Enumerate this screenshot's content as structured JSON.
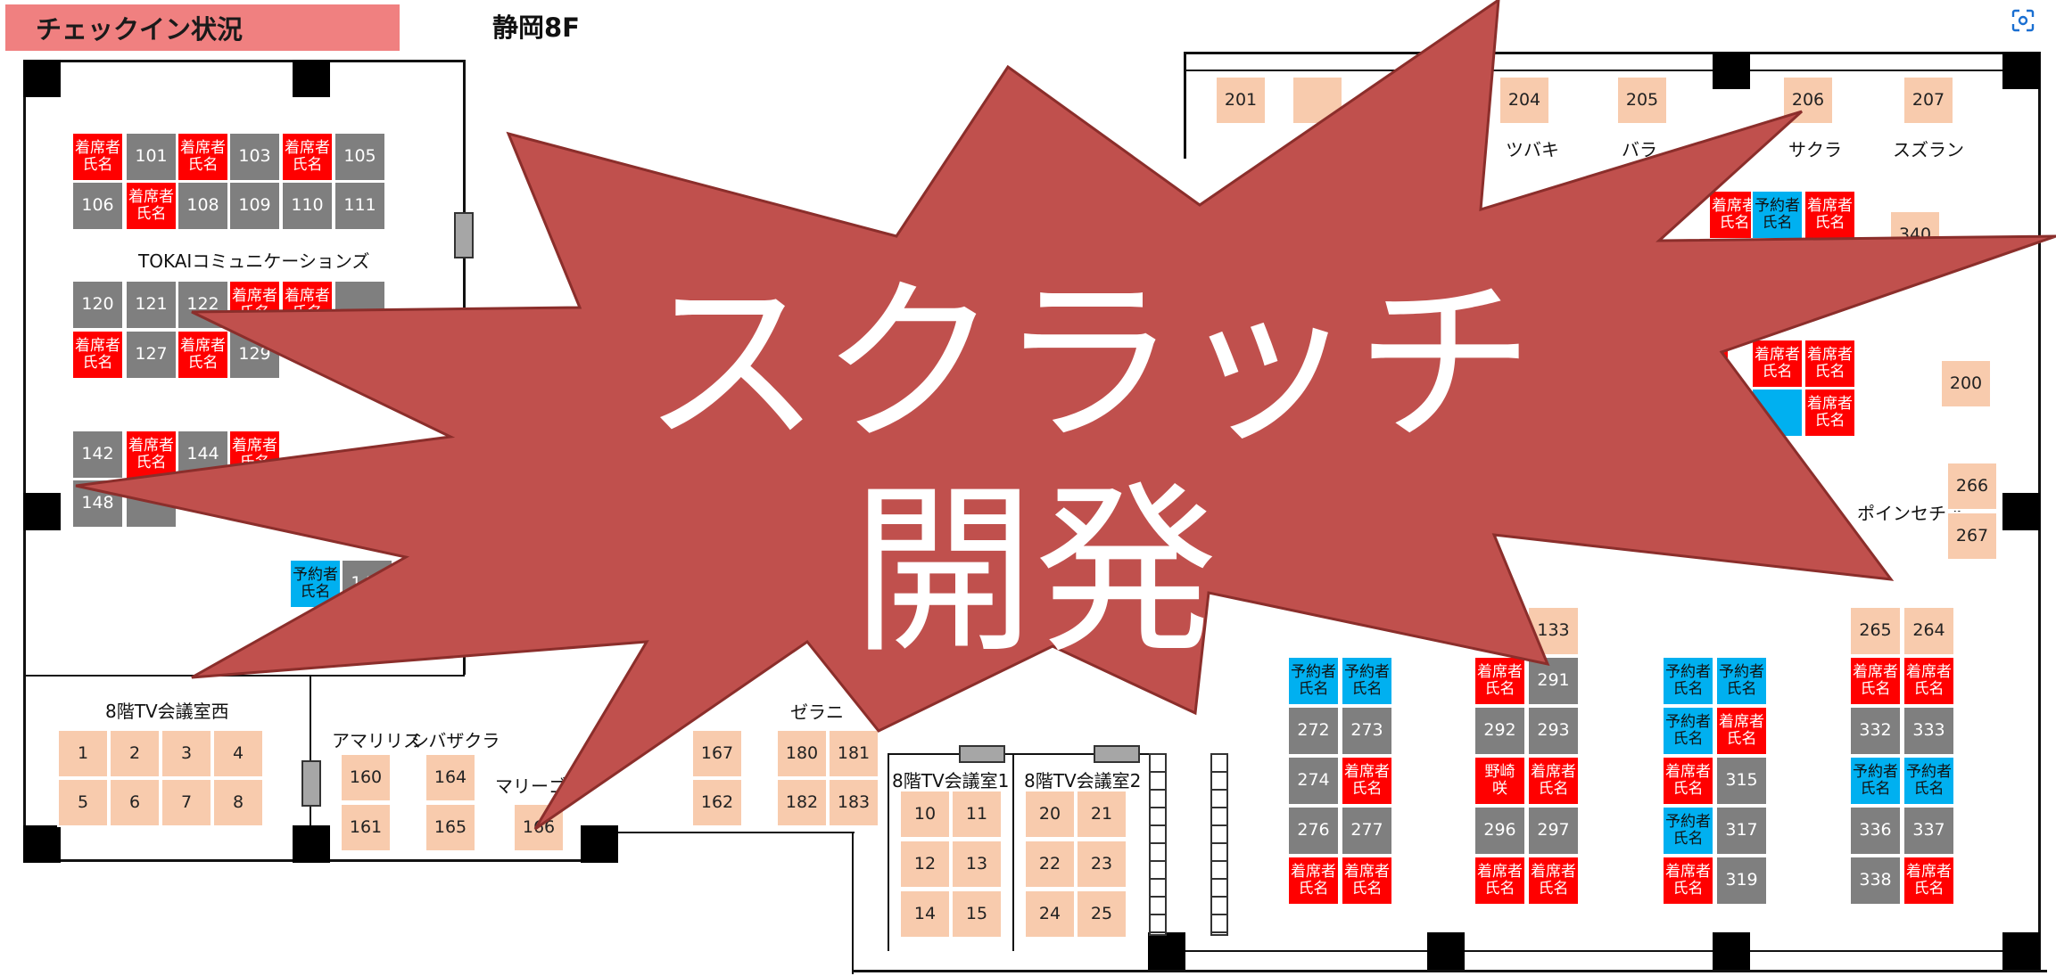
{
  "header": {
    "status_label": "チェックイン状況",
    "floor_title": "静岡8F",
    "scan_button_icon": "screen-scan-icon"
  },
  "colors": {
    "occupied": "#ff0000",
    "reserved": "#00b0f0",
    "empty": "#7f7f7f",
    "room": "#f8cbad",
    "status_chip": "#f08080",
    "overlay": "#c0504d"
  },
  "overlay": {
    "line1": "スクラッチ",
    "line2": "開発"
  },
  "area_labels": {
    "tokai": "TOKAIコミュニケーションズ",
    "tv_west": "8階TV会議室西",
    "tv_1": "8階TV会議室1",
    "tv_2": "8階TV会議室2",
    "amaryllis": "アマリリス",
    "shibazakura": "シバザクラ",
    "marigold": "マリーゴ",
    "zerani": "ゼラニ",
    "tsubaki": "ツバキ",
    "bara": "バラ",
    "sakura": "サクラ",
    "suzuran": "スズラン",
    "poinsettia": "ポインセチア"
  },
  "seats": [
    {
      "id": "s101a",
      "label": "着席者\n氏名",
      "status": "occupied"
    },
    {
      "id": "s101",
      "label": "101",
      "status": "empty"
    },
    {
      "id": "s102",
      "label": "着席者\n氏名",
      "status": "occupied"
    },
    {
      "id": "s103",
      "label": "103",
      "status": "empty"
    },
    {
      "id": "s104",
      "label": "着席者\n氏名",
      "status": "occupied"
    },
    {
      "id": "s105",
      "label": "105",
      "status": "empty"
    },
    {
      "id": "s106",
      "label": "106",
      "status": "empty"
    },
    {
      "id": "s107",
      "label": "着席者\n氏名",
      "status": "occupied"
    },
    {
      "id": "s108",
      "label": "108",
      "status": "empty"
    },
    {
      "id": "s109",
      "label": "109",
      "status": "empty"
    },
    {
      "id": "s110",
      "label": "110",
      "status": "empty"
    },
    {
      "id": "s111",
      "label": "111",
      "status": "empty"
    },
    {
      "id": "s120",
      "label": "120",
      "status": "empty"
    },
    {
      "id": "s121",
      "label": "121",
      "status": "empty"
    },
    {
      "id": "s122",
      "label": "122",
      "status": "empty"
    },
    {
      "id": "s123",
      "label": "着席者\n氏名",
      "status": "occupied"
    },
    {
      "id": "s124",
      "label": "着席者\n氏名",
      "status": "occupied"
    },
    {
      "id": "s125",
      "label": "",
      "status": "empty"
    },
    {
      "id": "s126",
      "label": "着席者\n氏名",
      "status": "occupied"
    },
    {
      "id": "s127",
      "label": "127",
      "status": "empty"
    },
    {
      "id": "s128",
      "label": "着席者\n氏名",
      "status": "occupied"
    },
    {
      "id": "s129",
      "label": "129",
      "status": "empty"
    },
    {
      "id": "s142",
      "label": "142",
      "status": "empty"
    },
    {
      "id": "s143",
      "label": "着席者\n氏名",
      "status": "occupied"
    },
    {
      "id": "s144",
      "label": "144",
      "status": "empty"
    },
    {
      "id": "s145",
      "label": "着席者\n氏名",
      "status": "occupied"
    },
    {
      "id": "s148",
      "label": "148",
      "status": "empty"
    },
    {
      "id": "s149",
      "label": "",
      "status": "empty"
    },
    {
      "id": "s140",
      "label": "予約者\n氏名",
      "status": "reserved"
    },
    {
      "id": "s141",
      "label": "141",
      "status": "empty"
    },
    {
      "id": "s133",
      "label": "133",
      "status": "room"
    },
    {
      "id": "r1",
      "label": "予約者\n氏名",
      "status": "reserved"
    },
    {
      "id": "r2",
      "label": "予約者\n氏名",
      "status": "reserved"
    },
    {
      "id": "s272",
      "label": "272",
      "status": "empty"
    },
    {
      "id": "s273",
      "label": "273",
      "status": "empty"
    },
    {
      "id": "s274",
      "label": "274",
      "status": "empty"
    },
    {
      "id": "o1",
      "label": "着席者\n氏名",
      "status": "occupied"
    },
    {
      "id": "s276",
      "label": "276",
      "status": "empty"
    },
    {
      "id": "s277",
      "label": "277",
      "status": "empty"
    },
    {
      "id": "o2",
      "label": "着席者\n氏名",
      "status": "occupied"
    },
    {
      "id": "o3",
      "label": "着席者\n氏名",
      "status": "occupied"
    },
    {
      "id": "o4",
      "label": "着席者\n氏名",
      "status": "occupied"
    },
    {
      "id": "s291",
      "label": "291",
      "status": "empty"
    },
    {
      "id": "s292",
      "label": "292",
      "status": "empty"
    },
    {
      "id": "s293",
      "label": "293",
      "status": "empty"
    },
    {
      "id": "o5",
      "label": "野崎\n咲",
      "status": "occupied"
    },
    {
      "id": "o6",
      "label": "着席者\n氏名",
      "status": "occupied"
    },
    {
      "id": "s296",
      "label": "296",
      "status": "empty"
    },
    {
      "id": "s297",
      "label": "297",
      "status": "empty"
    },
    {
      "id": "o7",
      "label": "着席者\n氏名",
      "status": "occupied"
    },
    {
      "id": "o8",
      "label": "着席者\n氏名",
      "status": "occupied"
    },
    {
      "id": "r3",
      "label": "予約者\n氏名",
      "status": "reserved"
    },
    {
      "id": "r4",
      "label": "予約者\n氏名",
      "status": "reserved"
    },
    {
      "id": "r5",
      "label": "予約者\n氏名",
      "status": "reserved"
    },
    {
      "id": "o9",
      "label": "着席者\n氏名",
      "status": "occupied"
    },
    {
      "id": "o10",
      "label": "着席者\n氏名",
      "status": "occupied"
    },
    {
      "id": "s315",
      "label": "315",
      "status": "empty"
    },
    {
      "id": "r6",
      "label": "予約者\n氏名",
      "status": "reserved"
    },
    {
      "id": "s317",
      "label": "317",
      "status": "empty"
    },
    {
      "id": "o11",
      "label": "着席者\n氏名",
      "status": "occupied"
    },
    {
      "id": "s319",
      "label": "319",
      "status": "empty"
    },
    {
      "id": "s265",
      "label": "265",
      "status": "room"
    },
    {
      "id": "s264",
      "label": "264",
      "status": "room"
    },
    {
      "id": "o12",
      "label": "着席者\n氏名",
      "status": "occupied"
    },
    {
      "id": "o13",
      "label": "着席者\n氏名",
      "status": "occupied"
    },
    {
      "id": "s332",
      "label": "332",
      "status": "empty"
    },
    {
      "id": "s333",
      "label": "333",
      "status": "empty"
    },
    {
      "id": "r7",
      "label": "予約者\n氏名",
      "status": "reserved"
    },
    {
      "id": "r8",
      "label": "予約者\n氏名",
      "status": "reserved"
    },
    {
      "id": "s336",
      "label": "336",
      "status": "empty"
    },
    {
      "id": "s337",
      "label": "337",
      "status": "empty"
    },
    {
      "id": "s338",
      "label": "338",
      "status": "empty"
    },
    {
      "id": "o14",
      "label": "着席者\n氏名",
      "status": "occupied"
    },
    {
      "id": "o15",
      "label": "着席者\n氏名",
      "status": "occupied"
    },
    {
      "id": "r9",
      "label": "予約者\n氏名",
      "status": "reserved"
    },
    {
      "id": "o16",
      "label": "着席者\n氏名",
      "status": "occupied"
    },
    {
      "id": "o17",
      "label": "着席者\n氏名",
      "status": "occupied"
    },
    {
      "id": "o18",
      "label": "着席者\n氏名",
      "status": "occupied"
    },
    {
      "id": "o19",
      "label": "着席者\n氏名",
      "status": "occupied"
    },
    {
      "id": "o20",
      "label": "着席者\n氏名",
      "status": "occupied"
    },
    {
      "id": "o21",
      "label": "着席者\n氏名",
      "status": "occupied"
    },
    {
      "id": "r10",
      "label": "",
      "status": "reserved"
    }
  ],
  "rooms": [
    {
      "id": "m1",
      "label": "1"
    },
    {
      "id": "m2",
      "label": "2"
    },
    {
      "id": "m3",
      "label": "3"
    },
    {
      "id": "m4",
      "label": "4"
    },
    {
      "id": "m5",
      "label": "5"
    },
    {
      "id": "m6",
      "label": "6"
    },
    {
      "id": "m7",
      "label": "7"
    },
    {
      "id": "m8",
      "label": "8"
    },
    {
      "id": "m160",
      "label": "160"
    },
    {
      "id": "m161",
      "label": "161"
    },
    {
      "id": "m164",
      "label": "164"
    },
    {
      "id": "m165",
      "label": "165"
    },
    {
      "id": "m166",
      "label": "166"
    },
    {
      "id": "m167",
      "label": "167"
    },
    {
      "id": "m162",
      "label": "162"
    },
    {
      "id": "m180",
      "label": "180"
    },
    {
      "id": "m181",
      "label": "181"
    },
    {
      "id": "m182",
      "label": "182"
    },
    {
      "id": "m183",
      "label": "183"
    },
    {
      "id": "m10",
      "label": "10"
    },
    {
      "id": "m11",
      "label": "11"
    },
    {
      "id": "m12",
      "label": "12"
    },
    {
      "id": "m13",
      "label": "13"
    },
    {
      "id": "m14",
      "label": "14"
    },
    {
      "id": "m15",
      "label": "15"
    },
    {
      "id": "m20",
      "label": "20"
    },
    {
      "id": "m21",
      "label": "21"
    },
    {
      "id": "m22",
      "label": "22"
    },
    {
      "id": "m23",
      "label": "23"
    },
    {
      "id": "m24",
      "label": "24"
    },
    {
      "id": "m25",
      "label": "25"
    },
    {
      "id": "m201",
      "label": "201"
    },
    {
      "id": "m202",
      "label": ""
    },
    {
      "id": "m204",
      "label": "204"
    },
    {
      "id": "m205",
      "label": "205"
    },
    {
      "id": "m206",
      "label": "206"
    },
    {
      "id": "m207",
      "label": "207"
    },
    {
      "id": "m340",
      "label": "340"
    },
    {
      "id": "m200",
      "label": "200"
    },
    {
      "id": "m266",
      "label": "266"
    },
    {
      "id": "m267",
      "label": "267"
    }
  ]
}
